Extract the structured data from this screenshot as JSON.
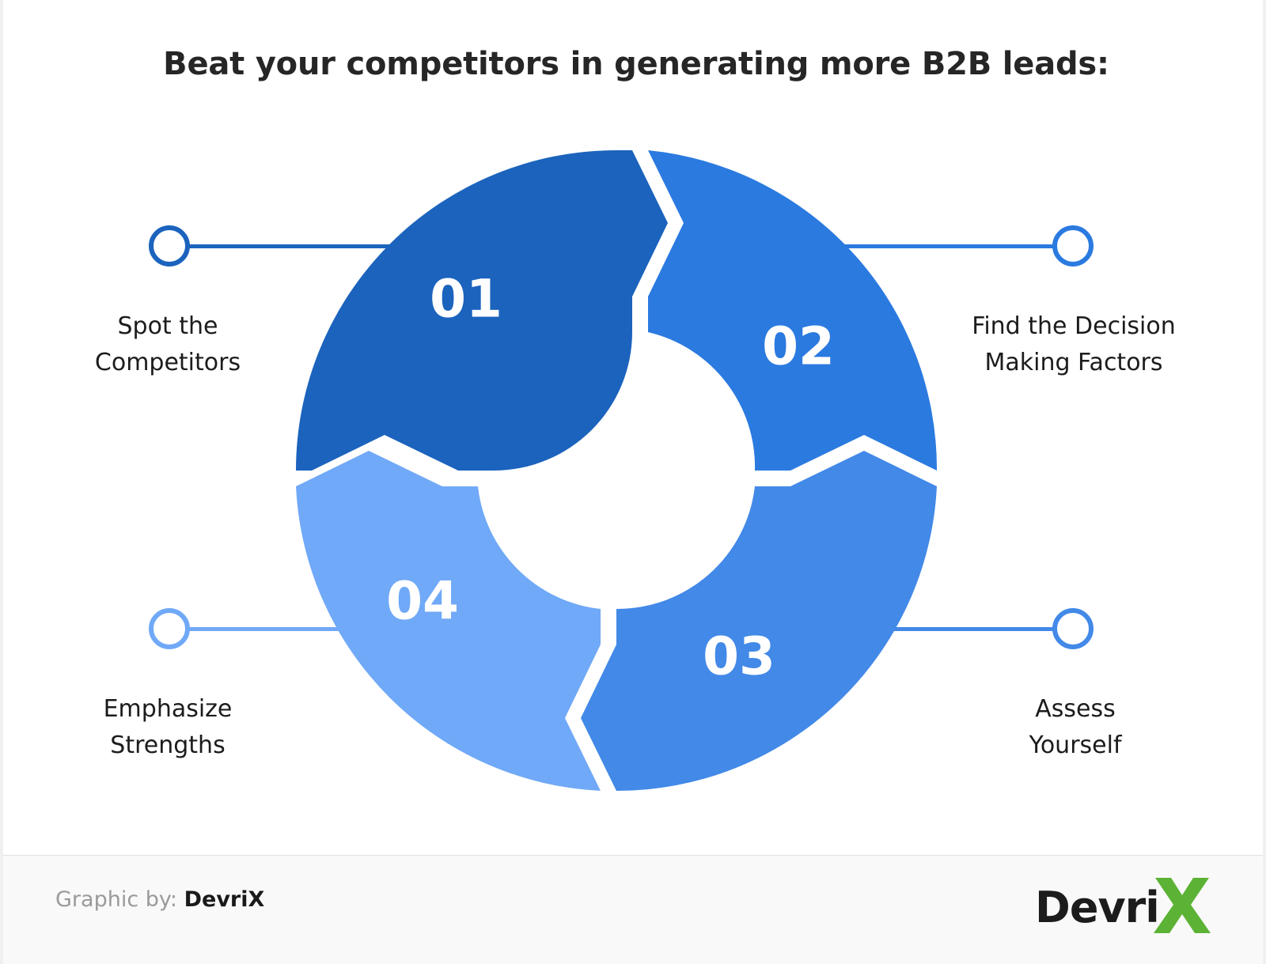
{
  "title": "Beat your competitors in generating more B2B leads:",
  "colors": {
    "step1": "#1b63bd",
    "step2": "#2b7ae0",
    "step3": "#4289e8",
    "step4": "#70a9f7",
    "title_text": "#262626",
    "label_text": "#1c1c1c",
    "footer_bg": "#f9f9f9",
    "logo_green": "#5cb235"
  },
  "chart_data": {
    "type": "pie",
    "title": "Beat your competitors in generating more B2B leads:",
    "subtype": "donut-4-step-cycle",
    "categories": [
      "Spot the Competitors",
      "Find the Decision Making Factors",
      "Assess Yourself",
      "Emphasize Strengths"
    ],
    "values": [
      25,
      25,
      25,
      25
    ],
    "labels": [
      "01",
      "02",
      "03",
      "04"
    ],
    "colors": [
      "#1b63bd",
      "#2b7ae0",
      "#4289e8",
      "#70a9f7"
    ],
    "legend": "callouts-around-donut",
    "grid": false
  },
  "steps": [
    {
      "number": "01",
      "label": "Spot the\nCompetitors",
      "color": "#1b63bd",
      "side": "left"
    },
    {
      "number": "02",
      "label": "Find the Decision\nMaking Factors",
      "color": "#2b7ae0",
      "side": "right"
    },
    {
      "number": "03",
      "label": "Assess\nYourself",
      "color": "#4289e8",
      "side": "right"
    },
    {
      "number": "04",
      "label": "Emphasize\nStrengths",
      "color": "#70a9f7",
      "side": "left"
    }
  ],
  "footer": {
    "credit_prefix": "Graphic by:",
    "credit_brand": "DevriX",
    "logo_word": "Devri",
    "logo_x": "X"
  }
}
